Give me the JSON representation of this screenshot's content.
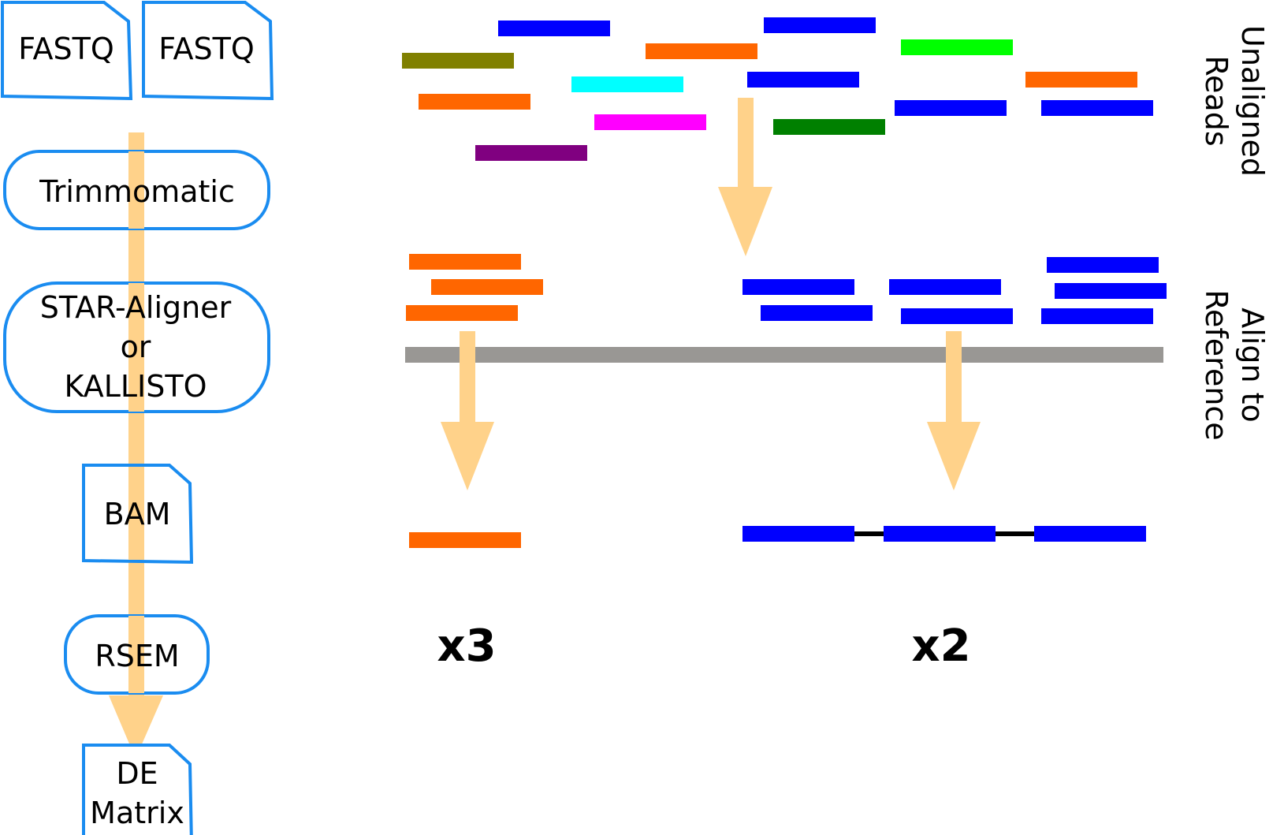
{
  "pipeline": {
    "fastq_1": "FASTQ",
    "fastq_2": "FASTQ",
    "trimmomatic": "Trimmomatic",
    "aligner_line1": "STAR-Aligner",
    "aligner_line2": "or",
    "aligner_line3": "KALLISTO",
    "bam": "BAM",
    "rsem": "RSEM",
    "de_line1": "DE",
    "de_line2": "Matrix"
  },
  "side_labels": {
    "unaligned_line1": "Unaligned",
    "unaligned_line2": "Reads",
    "align_line1": "Align to",
    "align_line2": "Reference"
  },
  "counts": {
    "left": "x3",
    "right": "x2"
  },
  "colors": {
    "node_border": "#1a8cf0",
    "flow_arrow": "#ffd28a",
    "reference": "#999794",
    "blue": "#0000ff",
    "orange": "#ff6600",
    "olive": "#808000",
    "cyan": "#00ffff",
    "magenta": "#ff00ff",
    "purple": "#800080",
    "green": "#008000",
    "lime": "#00ff00"
  },
  "unaligned_read_colors": [
    "blue",
    "olive",
    "orange",
    "cyan",
    "orange",
    "magenta",
    "purple",
    "blue",
    "blue",
    "green",
    "lime",
    "blue",
    "orange",
    "blue"
  ]
}
